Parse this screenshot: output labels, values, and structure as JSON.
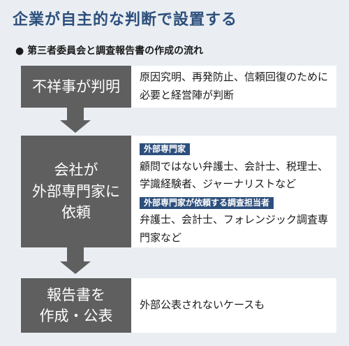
{
  "title": "企業が自主的な判断で設置する",
  "subtitle": "● 第三者委員会と調査報告書の作成の流れ",
  "steps": [
    {
      "label": "不祥事が判明",
      "desc": "原因究明、再発防止、信頼回復のために必要と経営陣が判断"
    },
    {
      "label_lines": [
        "会社が",
        "外部専門家に",
        "依頼"
      ],
      "tag1": "外部専門家",
      "desc1": "顧問ではない弁護士、会計士、税理士、学識経験者、ジャーナリストなど",
      "tag2": "外部専門家が依頼する調査担当者",
      "desc2": "弁護士、会計士、フォレンジック調査専門家など"
    },
    {
      "label_lines": [
        "報告書を",
        "作成・公表"
      ],
      "desc": "外部公表されないケースも"
    }
  ],
  "colors": {
    "title": "#2d4f7c",
    "box": "#5f5f60",
    "tag": "#2d4f7c",
    "background": "#eaeef2"
  }
}
